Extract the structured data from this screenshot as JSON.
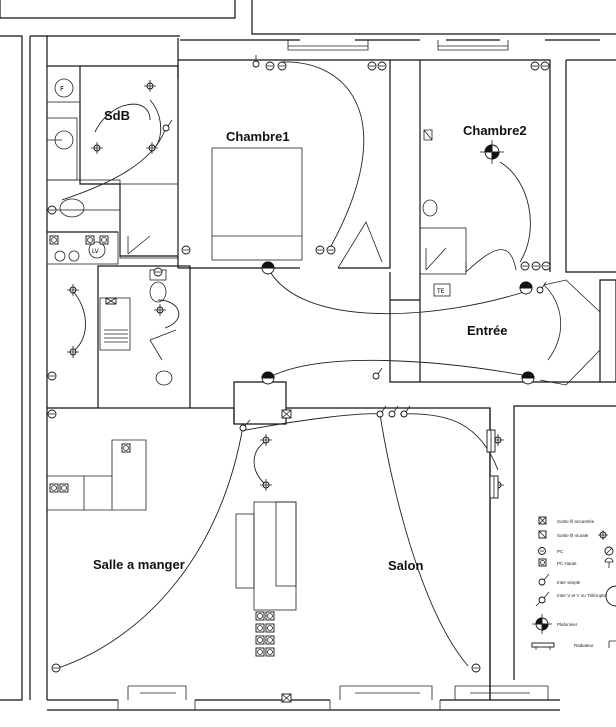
{
  "rooms": {
    "sdb": "SdB",
    "chambre1": "Chambre1",
    "chambre2": "Chambre2",
    "entree": "Entrée",
    "salle_a_manger": "Salle a manger",
    "salon": "Salon"
  },
  "fixtures": {
    "washer": "LV",
    "boiler": "TE",
    "shower": "F"
  },
  "legend": {
    "items": [
      "Sortie fil encastrée",
      "Sortie fil murale",
      "PC",
      "PC Haute",
      "Inter simple",
      "Inter V et V ou Télérupteur",
      "Plafonnier",
      "Radiateur"
    ]
  }
}
